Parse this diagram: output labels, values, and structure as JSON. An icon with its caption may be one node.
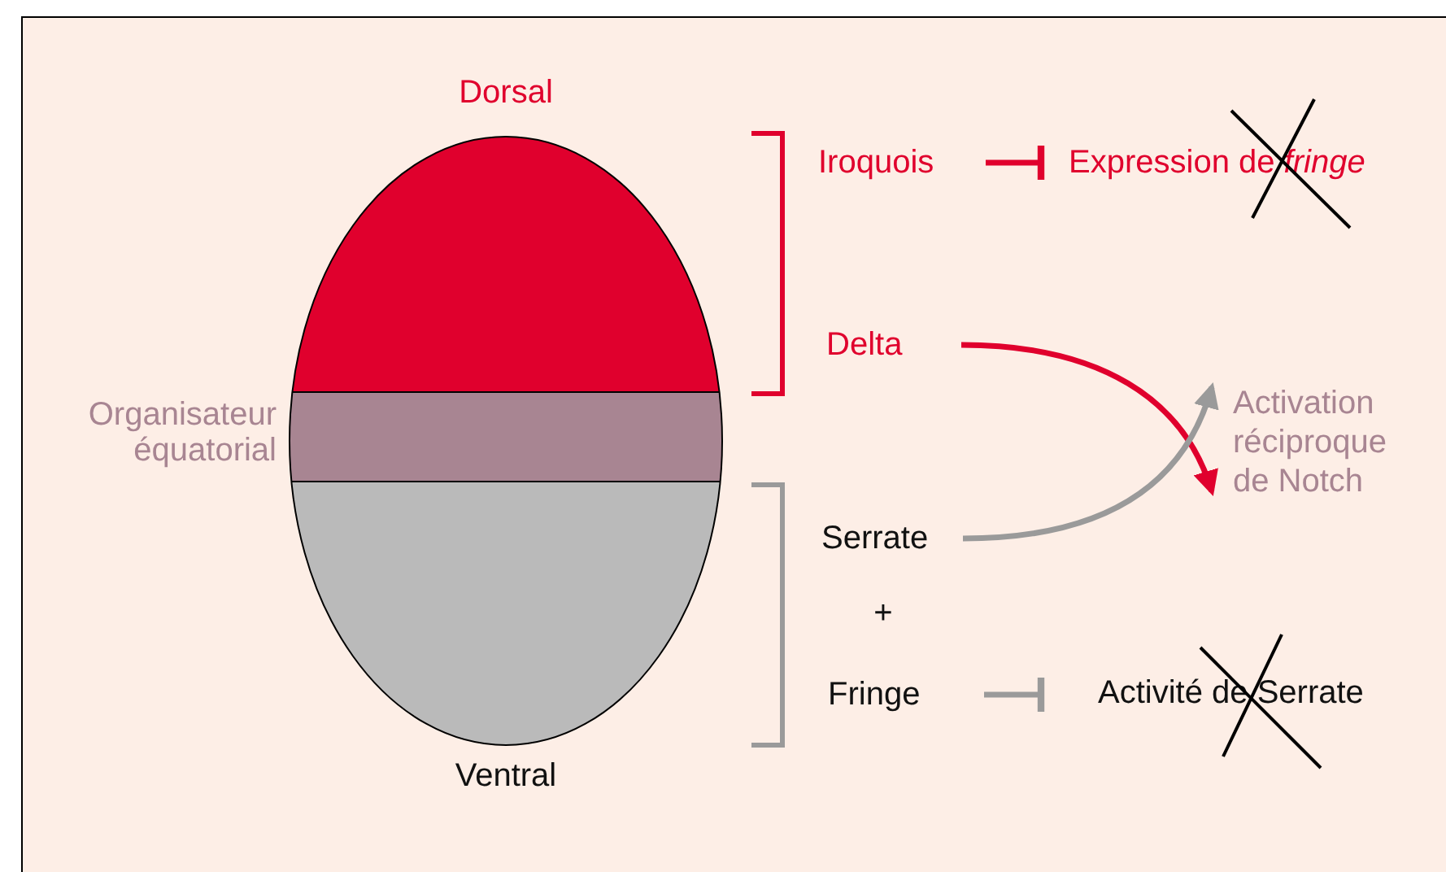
{
  "diagram": {
    "nodes": [
      {
        "text": [
          "Iroquois"
        ]
      },
      {
        "text": [
          "Expression de *fringe*"
        ]
      },
      {
        "text": [
          "Delta"
        ]
      },
      {
        "text": [
          "Activation réciproque de Notch"
        ]
      },
      {
        "text": [
          "Serrate"
        ]
      },
      {
        "text": [
          "Fringe"
        ]
      },
      {
        "text": [
          "Activité de Serrate"
        ]
      }
    ],
    "edges": [
      {
        "from": 0,
        "to": 1,
        "arrow": "other",
        "color": "#e0002d"
      },
      {
        "from": 2,
        "to": 3,
        "arrow": "to",
        "color": "#e0002d"
      },
      {
        "from": 4,
        "to": 3,
        "arrow": "to",
        "color": "#9a9a9a"
      },
      {
        "from": 5,
        "to": 6,
        "arrow": "other",
        "color": "#9a9a9a"
      }
    ],
    "labels": [
      "Dorsal",
      "Organisateur équatorial",
      "Ventral",
      "+"
    ]
  }
}
